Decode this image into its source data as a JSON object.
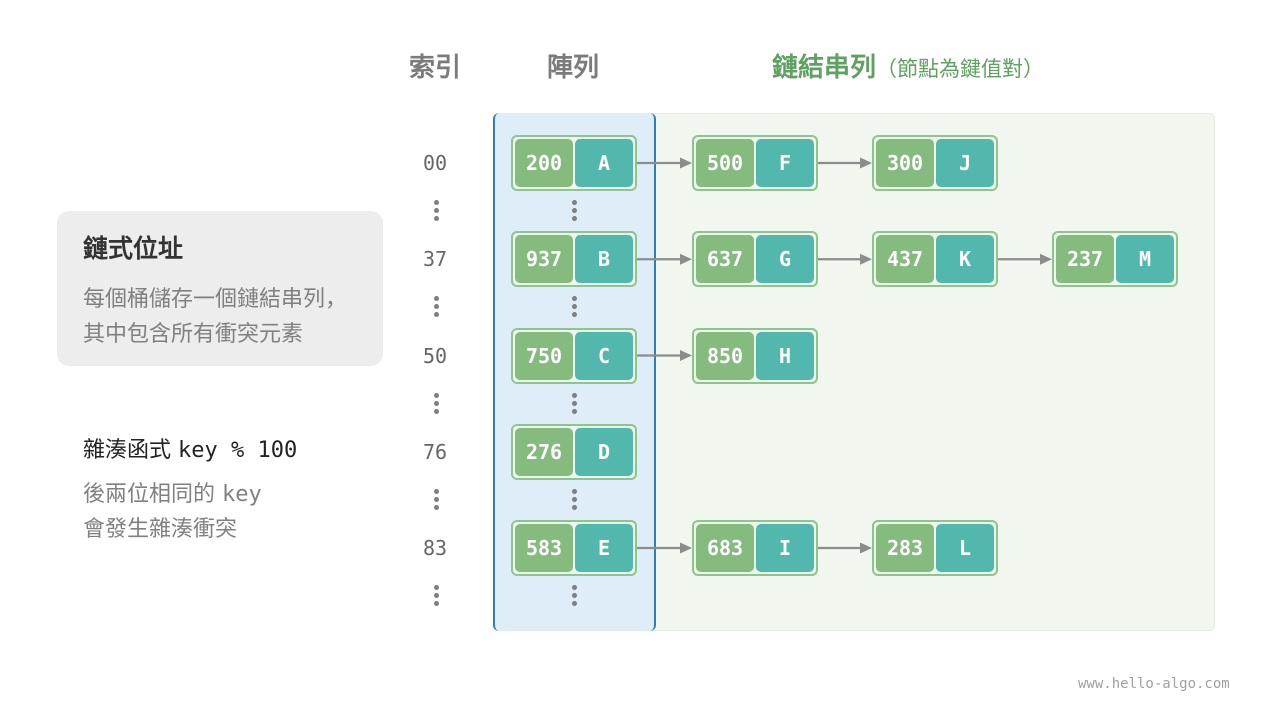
{
  "headers": {
    "index": "索引",
    "array": "陣列",
    "list": "鏈結串列",
    "list_note": "（節點為鍵值對）"
  },
  "info_card": {
    "title": "鏈式位址",
    "line1": "每個桶儲存一個鏈結串列，",
    "line2": "其中包含所有衝突元素"
  },
  "hash_function": {
    "label": "雜湊函式",
    "expr": "key % 100",
    "line1_text": "後兩位相同的",
    "line1_code": "key",
    "line2": "會發生雜湊衝突"
  },
  "buckets": [
    {
      "index": "00",
      "key": "200",
      "value": "A",
      "chain": [
        {
          "key": "500",
          "value": "F"
        },
        {
          "key": "300",
          "value": "J"
        }
      ]
    },
    {
      "index": "37",
      "key": "937",
      "value": "B",
      "chain": [
        {
          "key": "637",
          "value": "G"
        },
        {
          "key": "437",
          "value": "K"
        },
        {
          "key": "237",
          "value": "M"
        }
      ]
    },
    {
      "index": "50",
      "key": "750",
      "value": "C",
      "chain": [
        {
          "key": "850",
          "value": "H"
        }
      ]
    },
    {
      "index": "76",
      "key": "276",
      "value": "D",
      "chain": []
    },
    {
      "index": "83",
      "key": "583",
      "value": "E",
      "chain": [
        {
          "key": "683",
          "value": "I"
        },
        {
          "key": "283",
          "value": "L"
        }
      ]
    }
  ],
  "watermark": "www.hello-algo.com",
  "colors": {
    "key": "#86bb7f",
    "value": "#52b7ad",
    "node_border": "#8cc68d",
    "array_fill": "#dfedf8",
    "array_border": "#2f7db8",
    "list_fill": "#f1f7ef",
    "list_header": "#5ea160",
    "arrow": "#8c8c8c"
  }
}
